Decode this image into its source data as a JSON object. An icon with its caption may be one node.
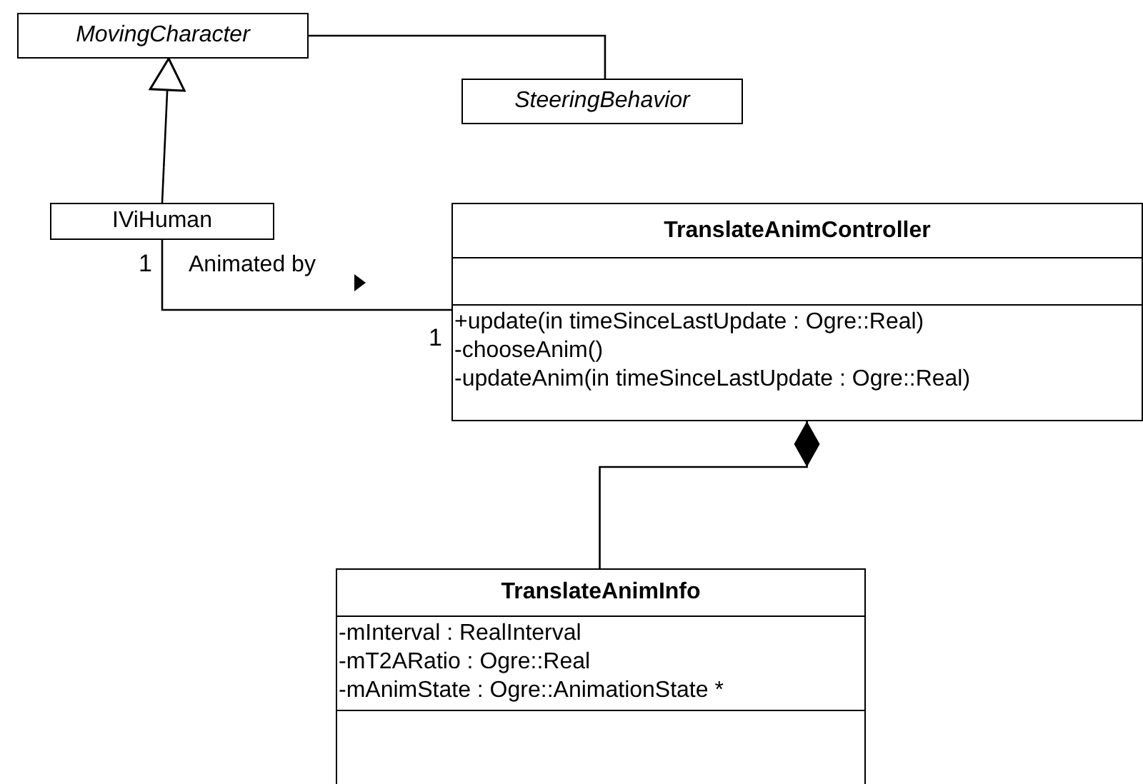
{
  "diagram": {
    "nodes": [
      {
        "text": [
          "MovingCharacter"
        ]
      },
      {
        "text": [
          "SteeringBehavior"
        ]
      },
      {
        "text": [
          "IViHuman"
        ]
      },
      {
        "text": [
          "TranslateAnimController",
          "+update(in timeSinceLastUpdate : Ogre::Real)",
          "-chooseAnim()",
          "-updateAnim(in timeSinceLastUpdate : Ogre::Real)"
        ]
      },
      {
        "text": [
          "TranslateAnimInfo",
          "-mInterval : RealInterval",
          "-mT2ARatio : Ogre::Real",
          "-mAnimState : Ogre::AnimationState *"
        ]
      }
    ],
    "edges": [
      {
        "from": 0,
        "to": 1,
        "arrow": "none"
      },
      {
        "from": 2,
        "to": 0,
        "arrow": "to"
      },
      {
        "from": 2,
        "to": 3,
        "arrow": "none",
        "label": "Animated by"
      },
      {
        "from": 3,
        "to": 4,
        "arrow": "other"
      }
    ],
    "labels": [
      "1",
      "1"
    ]
  }
}
